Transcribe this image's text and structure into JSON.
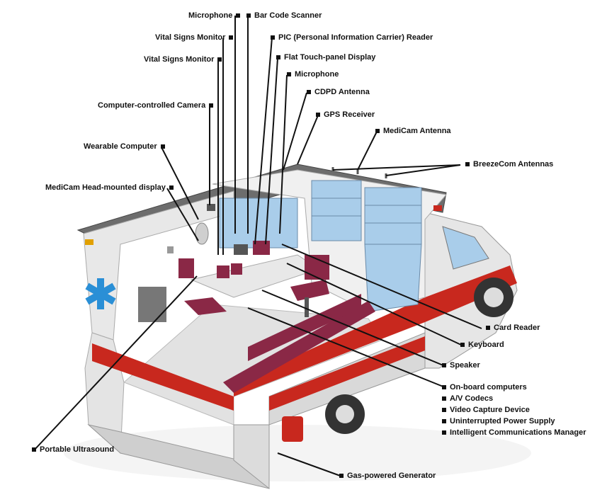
{
  "colors": {
    "body": "#f2f2f2",
    "shadow": "#bdbdbd",
    "stripe": "#c8281e",
    "seat": "#8a2846",
    "window": "#a9cdea",
    "star": "#2a8fd6",
    "leader": "#111111"
  },
  "labels": {
    "microphone_top": "Microphone",
    "bar_code_scanner": "Bar Code Scanner",
    "vital_signs_1": "Vital Signs Monitor",
    "pic_reader": "PIC (Personal Information Carrier) Reader",
    "vital_signs_2": "Vital Signs Monitor",
    "flat_display": "Flat Touch-panel Display",
    "microphone_2": "Microphone",
    "cdpd_antenna": "CDPD Antenna",
    "camera": "Computer-controlled Camera",
    "gps": "GPS Receiver",
    "medicam_antenna": "MediCam Antenna",
    "wearable": "Wearable Computer",
    "breezecom": "BreezeCom Antennas",
    "hmd": "MediCam Head-mounted display",
    "card_reader": "Card Reader",
    "keyboard": "Keyboard",
    "speaker": "Speaker",
    "onboard": "On-board computers",
    "av_codecs": "A/V Codecs",
    "video_capture": "Video Capture Device",
    "ups": "Uninterrupted Power Supply",
    "icm": "Intelligent Communications Manager",
    "ultrasound": "Portable Ultrasound",
    "generator": "Gas-powered Generator"
  }
}
